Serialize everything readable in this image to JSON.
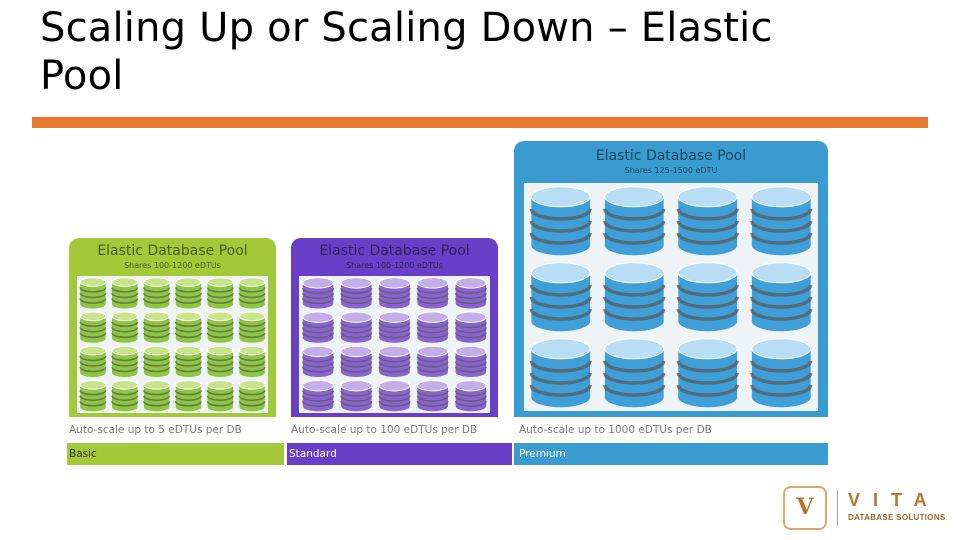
{
  "slide": {
    "title_line1": "Scaling Up or Scaling Down – Elastic",
    "title_line2": "Pool",
    "rule_color": "#e8792e"
  },
  "pools": [
    {
      "key": "basic",
      "title": "Elastic Database Pool",
      "shares": "Shares 100-1200 eDTUs",
      "autoscale": "Auto-scale up to 5 eDTUs per DB",
      "tier": "Basic",
      "accent": "#a3c93a",
      "tier_text_color": "#333333",
      "db_color": "#8dc63f",
      "db_top_color": "#c7e38b",
      "db_columns": 6,
      "db_rows": 4,
      "db_icon": "database-cylinder-icon"
    },
    {
      "key": "standard",
      "title": "Elastic Database Pool",
      "shares": "Shares 100-1200 eDTUs",
      "autoscale": "Auto-scale up to 100 eDTUs per DB",
      "tier": "Standard",
      "accent": "#6a3fc8",
      "tier_text_color": "#ffffff",
      "db_color": "#8a63d2",
      "db_top_color": "#c3aee8",
      "db_columns": 5,
      "db_rows": 4,
      "db_icon": "database-cylinder-icon"
    },
    {
      "key": "premium",
      "title": "Elastic Database Pool",
      "shares": "Shares 125-1500 eDTU",
      "autoscale": "Auto-scale up to 1000 eDTUs per DB",
      "tier": "Premium",
      "accent": "#3a9bd0",
      "tier_text_color": "#ffffff",
      "db_color": "#3f9fd8",
      "db_top_color": "#b8def5",
      "db_columns": 4,
      "db_rows": 3,
      "db_icon": "database-cylinder-icon"
    }
  ],
  "logo": {
    "mark": "V",
    "word": "VITA",
    "subtitle": "DATABASE SOLUTIONS",
    "icon": "vita-logo-icon"
  }
}
